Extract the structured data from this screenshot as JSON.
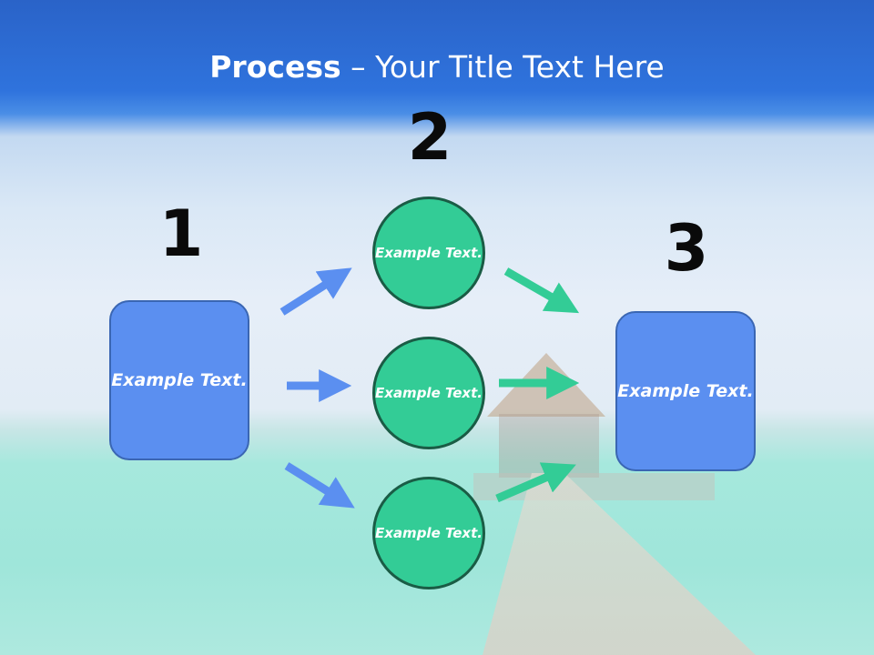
{
  "slide": {
    "title_bold": "Process",
    "title_rest": " – Your Title Text Here"
  },
  "steps": {
    "step1_number": "1",
    "step2_number": "2",
    "step3_number": "3"
  },
  "boxes": {
    "left_text": "Example Text.",
    "right_text": "Example Text."
  },
  "circles": {
    "top_text": "Example Text.",
    "middle_text": "Example Text.",
    "bottom_text": "Example Text."
  },
  "colors": {
    "box_fill": "#5b8ff0",
    "circle_fill": "#33cc96",
    "blue_arrow": "#5b8ff0",
    "green_arrow": "#33cc96",
    "title_band": "#2f73dd"
  }
}
